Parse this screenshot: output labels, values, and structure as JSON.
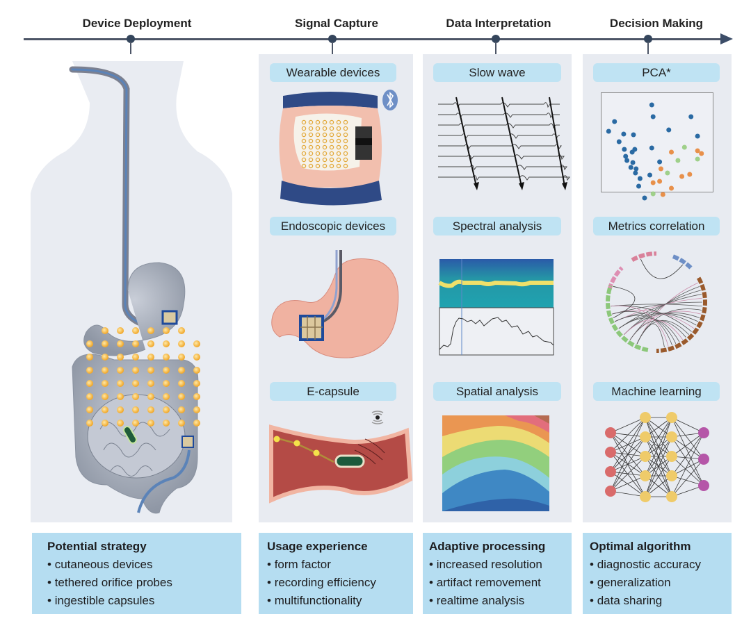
{
  "timeline": {
    "stages": [
      {
        "title": "Device Deployment"
      },
      {
        "title": "Signal Capture"
      },
      {
        "title": "Data Interpretation"
      },
      {
        "title": "Decision Making"
      }
    ]
  },
  "device_deployment": {
    "illustration": "human torso with gastrointestinal tract, tethered probe in esophagus, cutaneous electrode grid over abdomen, ingestible capsule in intestine"
  },
  "signal_capture": {
    "panels": [
      {
        "label": "Wearable devices",
        "icon": "bluetooth-icon"
      },
      {
        "label": "Endoscopic devices"
      },
      {
        "label": "E-capsule",
        "icon": "wireless-signal-icon"
      }
    ]
  },
  "data_interpretation": {
    "panels": [
      {
        "label": "Slow wave"
      },
      {
        "label": "Spectral analysis"
      },
      {
        "label": "Spatial analysis"
      }
    ]
  },
  "decision_making": {
    "panels": [
      {
        "label": "PCA*"
      },
      {
        "label": "Metrics correlation"
      },
      {
        "label": "Machine learning"
      }
    ]
  },
  "summary_boxes": [
    {
      "title": "Potential strategy",
      "items": [
        "cutaneous devices",
        "tethered orifice probes",
        "ingestible capsules"
      ]
    },
    {
      "title": "Usage experience",
      "items": [
        "form factor",
        "recording efficiency",
        "multifunctionality"
      ]
    },
    {
      "title": "Adaptive processing",
      "items": [
        "increased resolution",
        "artifact removement",
        "realtime analysis"
      ]
    },
    {
      "title": "Optimal algorithm",
      "items": [
        "diagnostic accuracy",
        "generalization",
        "data sharing"
      ]
    }
  ],
  "colors": {
    "timeline": "#4c5566",
    "panel_bg": "#e8ebf1",
    "pill_bg": "#bfe3f3",
    "info_bg": "#b5ddf1",
    "pca_blue": "#2a6aa3",
    "pca_orange": "#e8904a",
    "pca_green": "#9fd08a",
    "nn_input": "#d96b6b",
    "nn_hidden": "#efcb6a",
    "nn_output": "#b556a8"
  }
}
